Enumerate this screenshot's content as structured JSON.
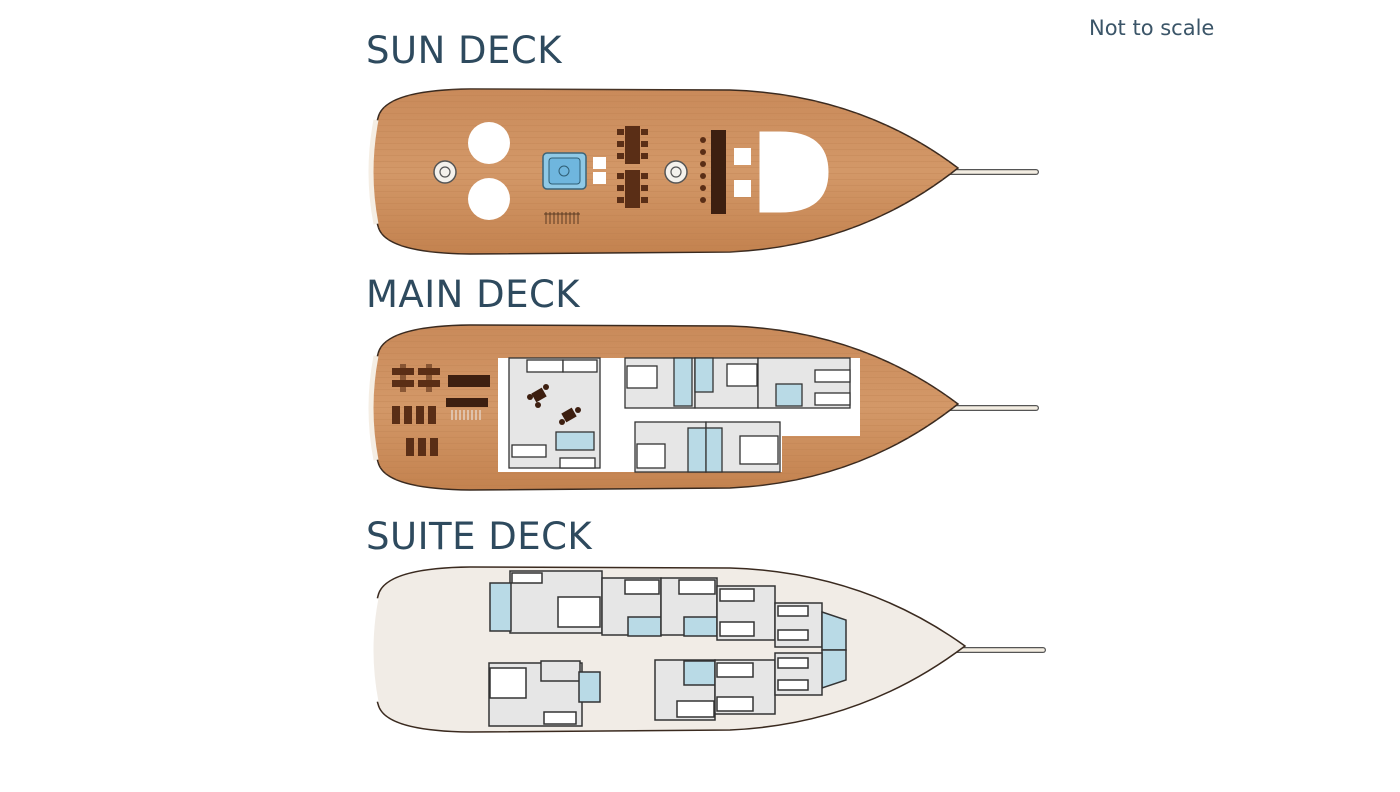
{
  "scale_note": "Not to scale",
  "decks": [
    {
      "title": "SUN DECK"
    },
    {
      "title": "MAIN DECK"
    },
    {
      "title": "SUITE DECK"
    }
  ],
  "colors": {
    "title": "#2e4a5e",
    "wood_deck": "#c98a5a",
    "wood_dark": "#a86a3c",
    "suite_hull": "#f1ece6",
    "cabin_floor": "#e6e6e6",
    "bathroom": "#b9dae6",
    "furniture": "#5a2e16",
    "pool_water": "#6fb6de"
  }
}
